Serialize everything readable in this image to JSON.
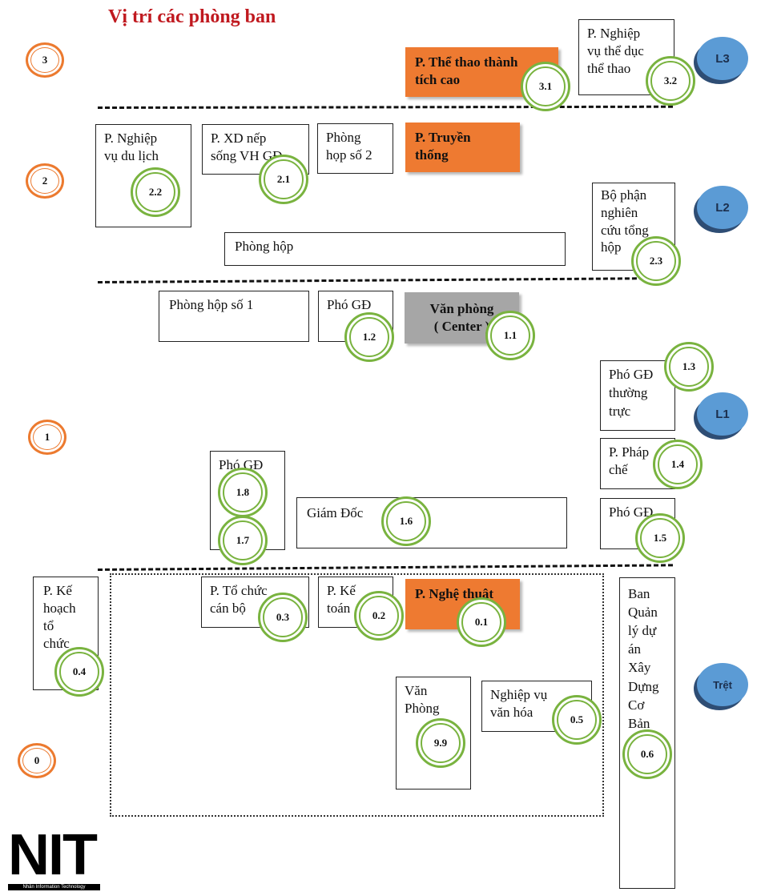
{
  "title": "Vị trí các phòng ban",
  "levels": {
    "l3": "L3",
    "l2": "L2",
    "l1": "L1",
    "tret": "Trệt"
  },
  "floors": {
    "f3": "3",
    "f2": "2",
    "f1": "1",
    "f0": "0"
  },
  "rooms": {
    "the_thao": [
      "P. Thể thao thành",
      "tích cao"
    ],
    "nv_the_duc": [
      "P. Nghiệp",
      "vụ thể dục",
      "thể thao"
    ],
    "nv_du_lich": [
      "P. Nghiệp",
      "vụ du lịch"
    ],
    "xd_nep_song": [
      "P. XD nếp",
      "sống VH GĐ"
    ],
    "phong_hop_2": [
      "Phòng",
      "họp số 2"
    ],
    "truyen_thong": [
      "P. Truyền",
      "thống"
    ],
    "nghien_cuu": [
      "Bộ phận",
      "nghiên",
      "cứu tổng",
      "hộp"
    ],
    "phong_hop": "Phòng hộp",
    "phong_hop_1": "Phòng hộp số 1",
    "pho_gd_12": "Phó GĐ",
    "van_phong_center": [
      "Văn phòng",
      "( Center )"
    ],
    "pho_gd_thuong_truc": [
      "Phó GĐ",
      "thường",
      "trực"
    ],
    "phap_che": [
      "P. Pháp",
      "chế"
    ],
    "pho_gd_18": "Phó GĐ",
    "giam_doc": "Giám Đốc",
    "pho_gd_15": "Phó GĐ",
    "ke_hoach": [
      "P. Kế",
      "hoạch",
      "tổ",
      "chức"
    ],
    "to_chuc": [
      "P. Tổ chức",
      "cán bộ"
    ],
    "ke_toan": [
      "P. Kế",
      "toán"
    ],
    "nghe_thuat": "P. Nghệ thuật",
    "ban_quan_ly": [
      "Ban",
      "Quản",
      "lý dự",
      "án",
      "Xây",
      "Dựng",
      "Cơ",
      "Bản"
    ],
    "van_phong": [
      "Văn",
      "Phòng"
    ],
    "nv_van_hoa": [
      "Nghiệp vụ",
      "văn hóa"
    ]
  },
  "markers": {
    "m31": "3.1",
    "m32": "3.2",
    "m22": "2.2",
    "m21": "2.1",
    "m23": "2.3",
    "m12": "1.2",
    "m11": "1.1",
    "m13": "1.3",
    "m14": "1.4",
    "m18": "1.8",
    "m17": "1.7",
    "m16": "1.6",
    "m15": "1.5",
    "m03": "0.3",
    "m02": "0.2",
    "m01": "0.1",
    "m04": "0.4",
    "m05": "0.5",
    "m99": "9.9",
    "m06": "0.6"
  },
  "logo": {
    "text": "NIT",
    "subtitle": "Nhân Information Technology"
  },
  "colors": {
    "title": "#c0191f",
    "orange_room": "#ee7a31",
    "gray_room": "#a6a6a6",
    "marker_ring": "#79b33f",
    "floor_ring": "#ec7a2f",
    "level": "#5b9bd5"
  }
}
